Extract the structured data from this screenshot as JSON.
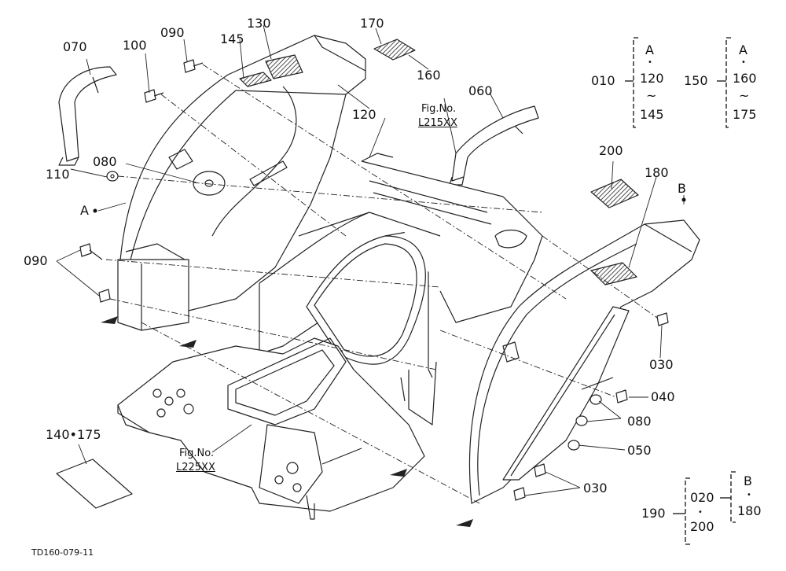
{
  "callouts": {
    "p070": "070",
    "p100": "100",
    "p090_top": "090",
    "p145": "145",
    "p130": "130",
    "p170": "170",
    "p160": "160",
    "p120": "120",
    "p060": "060",
    "p110": "110",
    "p080_left": "080",
    "pA_left": "A",
    "p090_left": "090",
    "p200": "200",
    "p180": "180",
    "pB_right": "B",
    "p030_right": "030",
    "p040": "040",
    "p080_right": "080",
    "p050": "050",
    "p030_bottom": "030",
    "p140_175": "140•175"
  },
  "figrefs": {
    "fig1_line1": "Fig.No.",
    "fig1_line2": "L215XX",
    "fig2_line1": "Fig.No.",
    "fig2_line2": "L225XX"
  },
  "sets": {
    "set010": {
      "code": "010",
      "top": "A",
      "dot": "•",
      "mid": "120",
      "tilde": "~",
      "bottom": "145"
    },
    "set150": {
      "code": "150",
      "top": "A",
      "dot": "•",
      "mid": "160",
      "tilde": "~",
      "bottom": "175"
    },
    "set190": {
      "code": "190",
      "a": "020",
      "dot1": "•",
      "b": "200",
      "c": "B",
      "dot2": "•",
      "d": "180"
    }
  },
  "drawing_id": "TD160-079-11"
}
